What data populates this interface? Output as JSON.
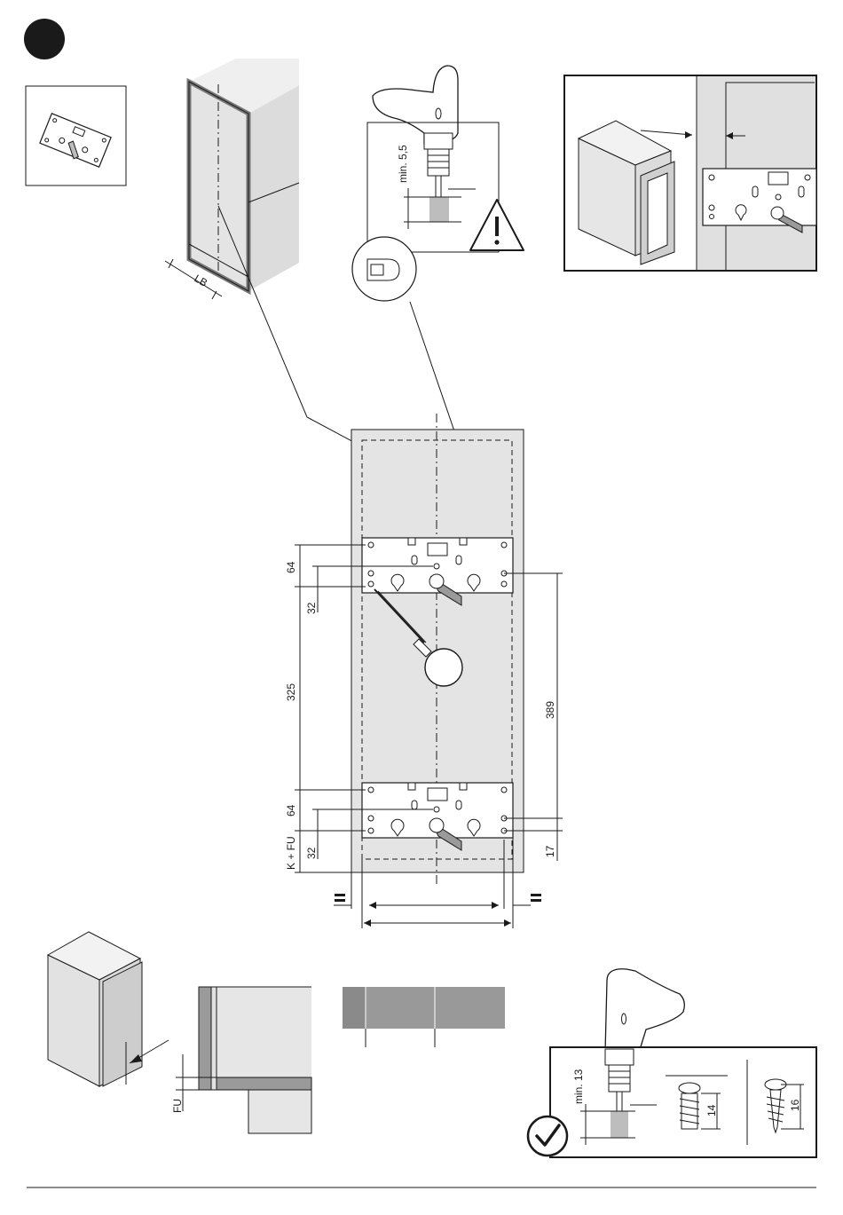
{
  "colors": {
    "ink": "#1a1a1a",
    "panel_grey": "#e4e4e4",
    "mid_grey": "#cfcfcf",
    "dark_grey": "#9a9a9a"
  },
  "icons": {
    "step_marker": "filled-circle",
    "warning": "warning-triangle-icon",
    "ok": "check-circle-icon",
    "equal": "equal-sign-icon"
  },
  "labels": {
    "lb": "LB",
    "min_drill_top": "min. 5,5",
    "min_drill_bottom": "min. 13",
    "fu": "FU",
    "k_fu": "K + FU",
    "screw_len_1": "14",
    "screw_len_2": "16"
  },
  "dimensions": {
    "d64_top": "64",
    "d32_top": "32",
    "d325": "325",
    "d389": "389",
    "d64_bottom": "64",
    "d32_bottom": "32",
    "d17": "17"
  }
}
